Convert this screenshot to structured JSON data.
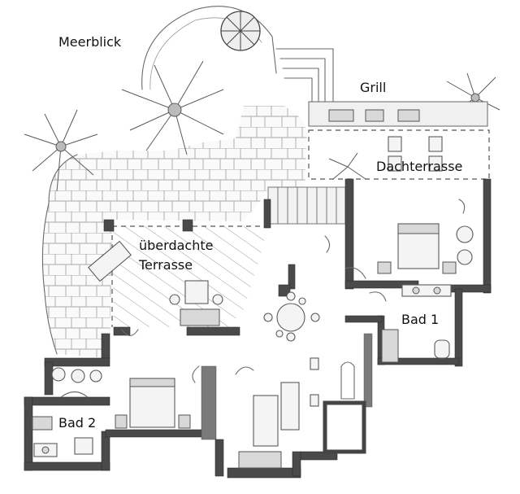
{
  "labels": {
    "meerblick": "Meerblick",
    "grill": "Grill",
    "dachterrasse": "Dachterrasse",
    "ueberdachte": "überdachte",
    "terrasse": "Terrasse",
    "bad1": "Bad 1",
    "bad2": "Bad 2"
  }
}
